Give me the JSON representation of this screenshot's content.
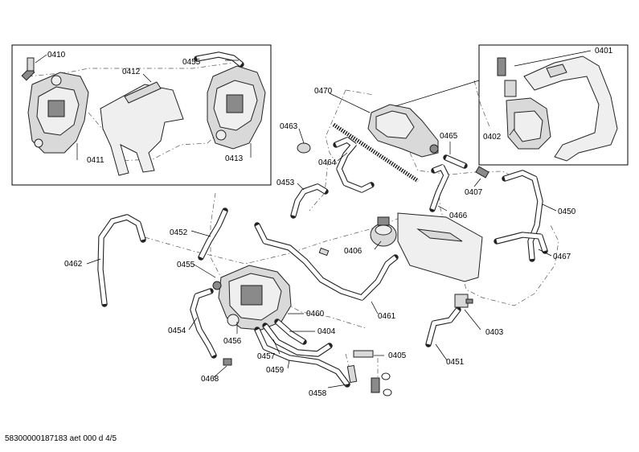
{
  "labels": {
    "l0401": "0401",
    "l0402": "0402",
    "l0403": "0403",
    "l0404": "0404",
    "l0405": "0405",
    "l0406": "0406",
    "l0407": "0407",
    "l0410": "0410",
    "l0411": "0411",
    "l0412": "0412",
    "l0413": "0413",
    "l0450": "0450",
    "l0451": "0451",
    "l0452": "0452",
    "l0453": "0453",
    "l0454": "0454",
    "l0455a": "0455",
    "l0455b": "0455",
    "l0456": "0456",
    "l0457": "0457",
    "l0458": "0458",
    "l0459": "0459",
    "l0460": "0460",
    "l0461": "0461",
    "l0462": "0462",
    "l0463": "0463",
    "l0464": "0464",
    "l0465": "0465",
    "l0466": "0466",
    "l0467": "0467",
    "l0468": "0468",
    "l0470": "0470"
  },
  "footer": "58300000187183 aet 000 d 4/5"
}
